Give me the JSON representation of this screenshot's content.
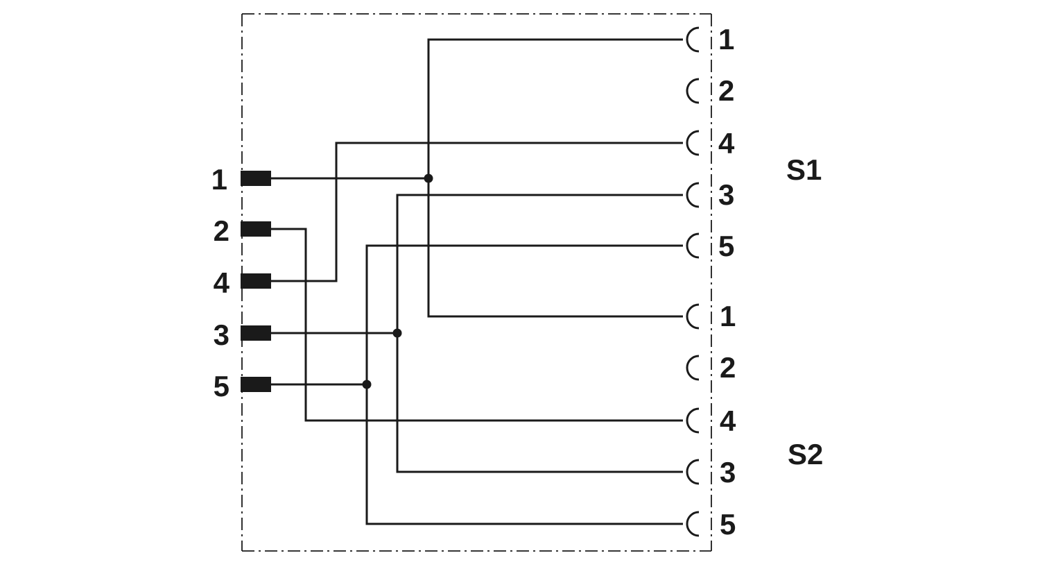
{
  "colors": {
    "ink": "#1a1a1a",
    "background": "#ffffff"
  },
  "left_pins": [
    "1",
    "2",
    "4",
    "3",
    "5"
  ],
  "s1": {
    "label": "S1",
    "pins": [
      "1",
      "2",
      "4",
      "3",
      "5"
    ]
  },
  "s2": {
    "label": "S2",
    "pins": [
      "1",
      "2",
      "4",
      "3",
      "5"
    ]
  }
}
